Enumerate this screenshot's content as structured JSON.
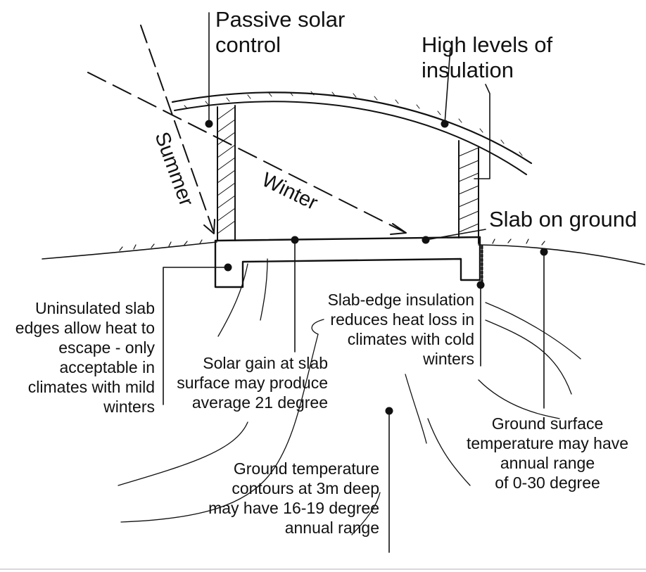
{
  "labels": {
    "passive_solar": [
      "Passive solar",
      "control"
    ],
    "insulation": [
      "High levels of",
      "insulation"
    ],
    "slab": [
      "Slab on ground"
    ],
    "summer": "Summer",
    "winter": "Winter",
    "uninsulated": [
      "Uninsulated slab",
      "edges allow heat to",
      "escape - only",
      "acceptable in",
      "climates with mild",
      "winters"
    ],
    "solar_gain": [
      "Solar gain at slab",
      "surface may produce",
      "average 21 degree"
    ],
    "slab_edge": [
      "Slab-edge insulation",
      "reduces heat loss in",
      "climates with cold",
      "winters"
    ],
    "ground_temp": [
      "Ground temperature",
      "contours at 3m deep",
      "may have 16-19 degree",
      "annual range"
    ],
    "ground_surface": [
      "Ground surface",
      "temperature may have",
      "annual range",
      "of 0-30 degree"
    ]
  }
}
